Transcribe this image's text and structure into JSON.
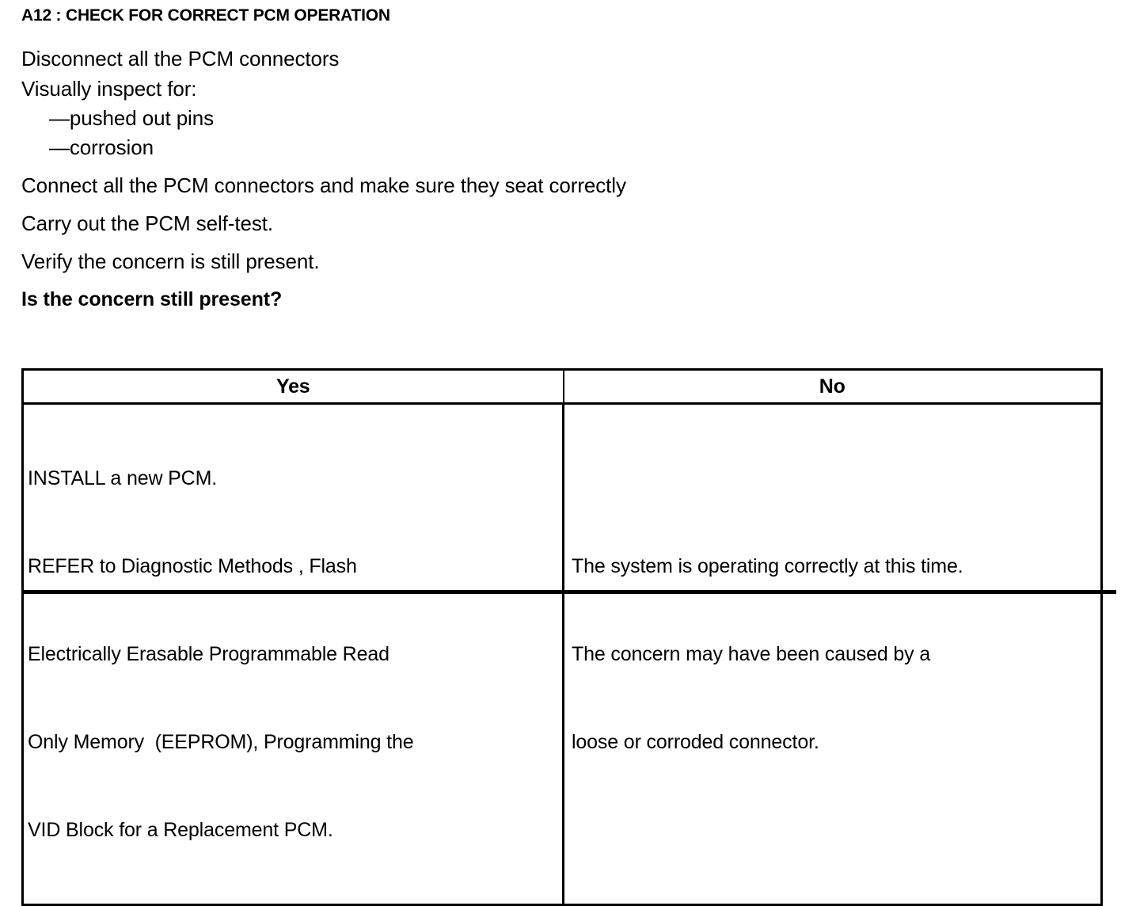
{
  "heading": "A12 : CHECK FOR CORRECT PCM OPERATION",
  "instructions": [
    {
      "text": "Disconnect all the PCM connectors",
      "style": "plain"
    },
    {
      "text": "Visually inspect for:",
      "style": "plain"
    },
    {
      "text": "—pushed out pins",
      "style": "dash"
    },
    {
      "text": "—corrosion",
      "style": "dash"
    },
    {
      "text": "Connect all the PCM connectors and make sure they seat correctly",
      "style": "plain"
    },
    {
      "text": "Carry out the PCM self-test.",
      "style": "plain"
    },
    {
      "text": "Verify the concern is still present.",
      "style": "plain"
    },
    {
      "text": "Is the concern still present?",
      "style": "bold"
    }
  ],
  "decision_table": {
    "headers": {
      "yes": "Yes",
      "no": "No"
    },
    "cells": {
      "yes_lines": [
        "INSTALL a new PCM.",
        "REFER to Diagnostic Methods , Flash",
        "Electrically Erasable Programmable Read",
        "Only Memory  (EEPROM), Programming the",
        "VID Block for a Replacement PCM."
      ],
      "no_lines": [
        "The system is operating correctly at this time.",
        "The concern may have been caused by a",
        "loose or corroded connector."
      ]
    }
  },
  "colors": {
    "text": "#000000",
    "background": "#ffffff",
    "rule": "#000000"
  }
}
